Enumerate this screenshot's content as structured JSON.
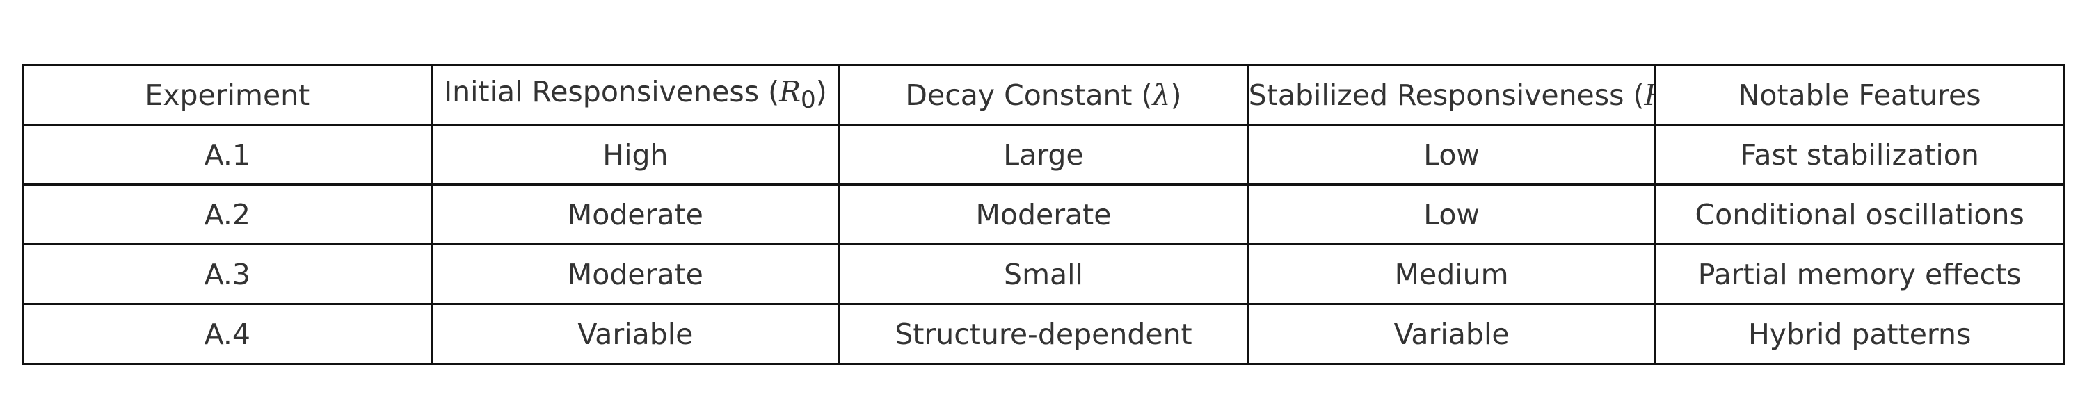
{
  "chart_data": {
    "type": "table",
    "columns": [
      "Experiment",
      "Initial Responsiveness (R₀)",
      "Decay Constant (λ)",
      "Stabilized Responsiveness (R",
      "Notable Features"
    ],
    "header_parts": [
      {
        "text": "Experiment",
        "sym": "",
        "sub": "",
        "close": ""
      },
      {
        "text": "Initial Responsiveness (",
        "sym": "R",
        "sub": "0",
        "close": ")"
      },
      {
        "text": "Decay Constant (",
        "sym": "λ",
        "sub": "",
        "close": ")"
      },
      {
        "text": "Stabilized Responsiveness (",
        "sym": "R",
        "sub": "",
        "close": ""
      },
      {
        "text": "Notable Features",
        "sym": "",
        "sub": "",
        "close": ""
      }
    ],
    "rows": [
      [
        "A.1",
        "High",
        "Large",
        "Low",
        "Fast stabilization"
      ],
      [
        "A.2",
        "Moderate",
        "Moderate",
        "Low",
        "Conditional oscillations"
      ],
      [
        "A.3",
        "Moderate",
        "Small",
        "Medium",
        "Partial memory effects"
      ],
      [
        "A.4",
        "Variable",
        "Structure-dependent",
        "Variable",
        "Hybrid patterns"
      ]
    ]
  }
}
